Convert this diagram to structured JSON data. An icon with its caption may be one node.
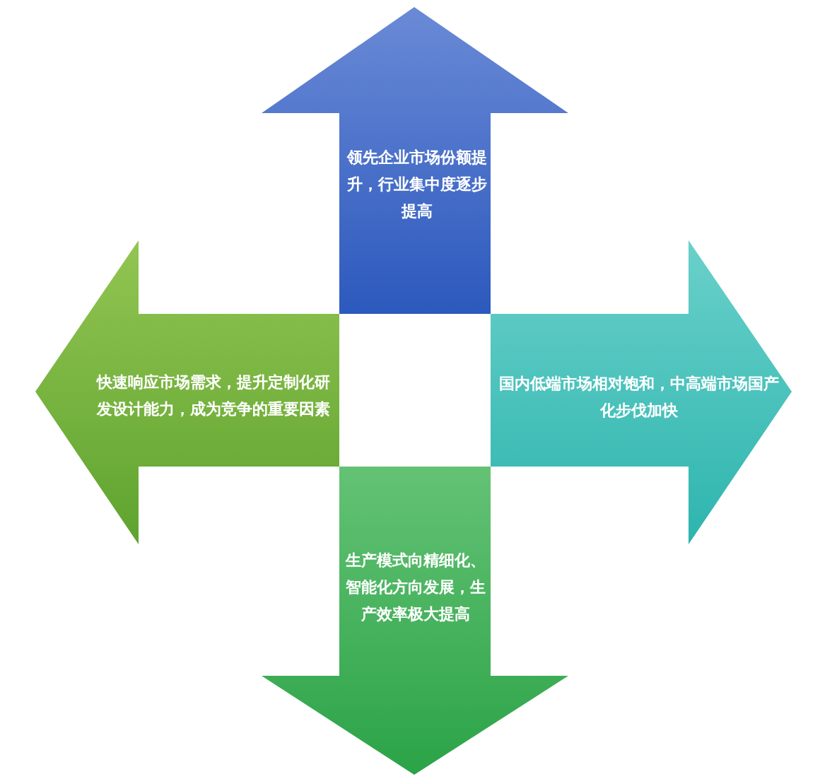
{
  "diagram": {
    "nodes": [
      {
        "text": [
          "领先企业市场份额提升，行业集中度逐步提高"
        ]
      },
      {
        "text": [
          "快速响应市场需求，提升定制化研发设计能力，成为竞争的重要因素"
        ]
      },
      {
        "text": [
          "国内低端市场相对饱和，中高端市场国产化步伐加快"
        ]
      },
      {
        "text": [
          "生产模式向精细化、智能化方向发展，生产效率极大提高"
        ]
      }
    ]
  }
}
